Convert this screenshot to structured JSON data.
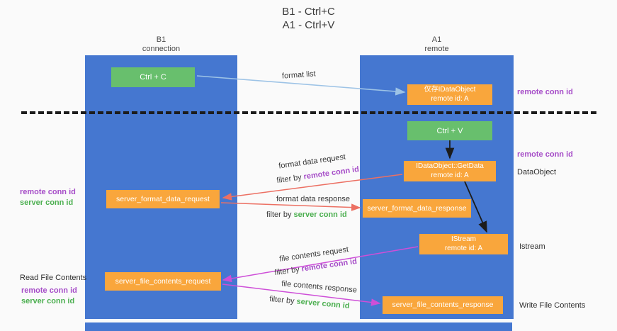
{
  "title": {
    "line1": "B1 - Ctrl+C",
    "line2": "A1 - Ctrl+V"
  },
  "lanes": {
    "b1": {
      "name": "B1",
      "subtitle": "connection"
    },
    "a1": {
      "name": "A1",
      "subtitle": "remote"
    }
  },
  "nodes": {
    "ctrl_c": "Ctrl + C",
    "ctrl_v": "Ctrl + V",
    "idataobject": {
      "line1": "仅存IDataObject",
      "line2": "remote id: A"
    },
    "getdata": {
      "line1": "IDataObject::GetData",
      "line2": "remote id: A"
    },
    "istream": {
      "line1": "IStream",
      "line2": "remote id: A"
    },
    "format_request": "server_format_data_request",
    "format_response": "server_format_data_response",
    "file_request": "server_file_contents_request",
    "file_response": "server_file_contents_response"
  },
  "labels": {
    "format_list": "format list",
    "format_data_request": "format data request",
    "format_data_response": "format data response",
    "file_contents_request": "file contents request",
    "file_contents_response": "file contents response",
    "filter_by": "filter by",
    "remote_conn_id": "remote conn id",
    "server_conn_id": "server conn id",
    "dataobject": "DataObject",
    "istream_side": "Istream",
    "read_file_contents": "Read File Contents",
    "write_file_contents": "Write File Contents"
  },
  "colors": {
    "lane_blue": "#4577d0",
    "node_orange": "#f9a63c",
    "node_green": "#68bf6d",
    "arrow_light_blue": "#9dc3e6",
    "arrow_red": "#ec7063",
    "arrow_magenta": "#ce4fd8",
    "arrow_black": "#1c1c1c",
    "text_purple": "#a64dc8",
    "text_green": "#4caf50",
    "background": "#fafafa"
  }
}
